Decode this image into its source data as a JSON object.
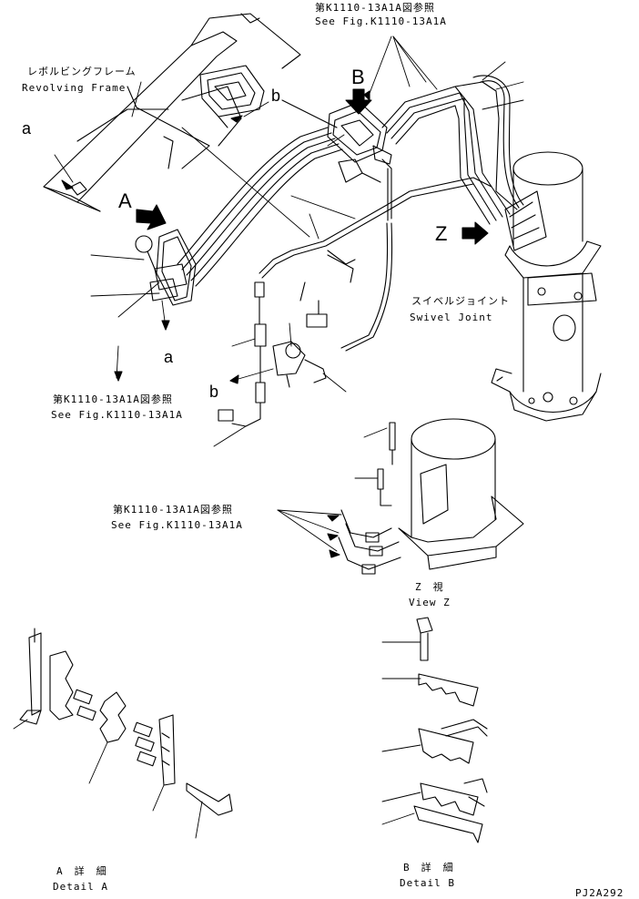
{
  "labels": {
    "revolving_frame_jp": "レボルビングフレーム",
    "revolving_frame_en": "Revolving Frame",
    "swivel_joint_jp": "スイベルジョイント",
    "swivel_joint_en": "Swivel Joint",
    "see_fig_jp": "第K1110-13A1A図参照",
    "see_fig_en": "See Fig.K1110-13A1A",
    "view_z_jp": "Z　視",
    "view_z_en": "View Z",
    "detail_a_jp": "A　詳　細",
    "detail_a_en": "Detail A",
    "detail_b_jp": "B　詳　細",
    "detail_b_en": "Detail B",
    "drawing_number": "PJ2A292"
  },
  "markers": {
    "a": "a",
    "b": "b",
    "A": "A",
    "B": "B",
    "Z": "Z"
  }
}
